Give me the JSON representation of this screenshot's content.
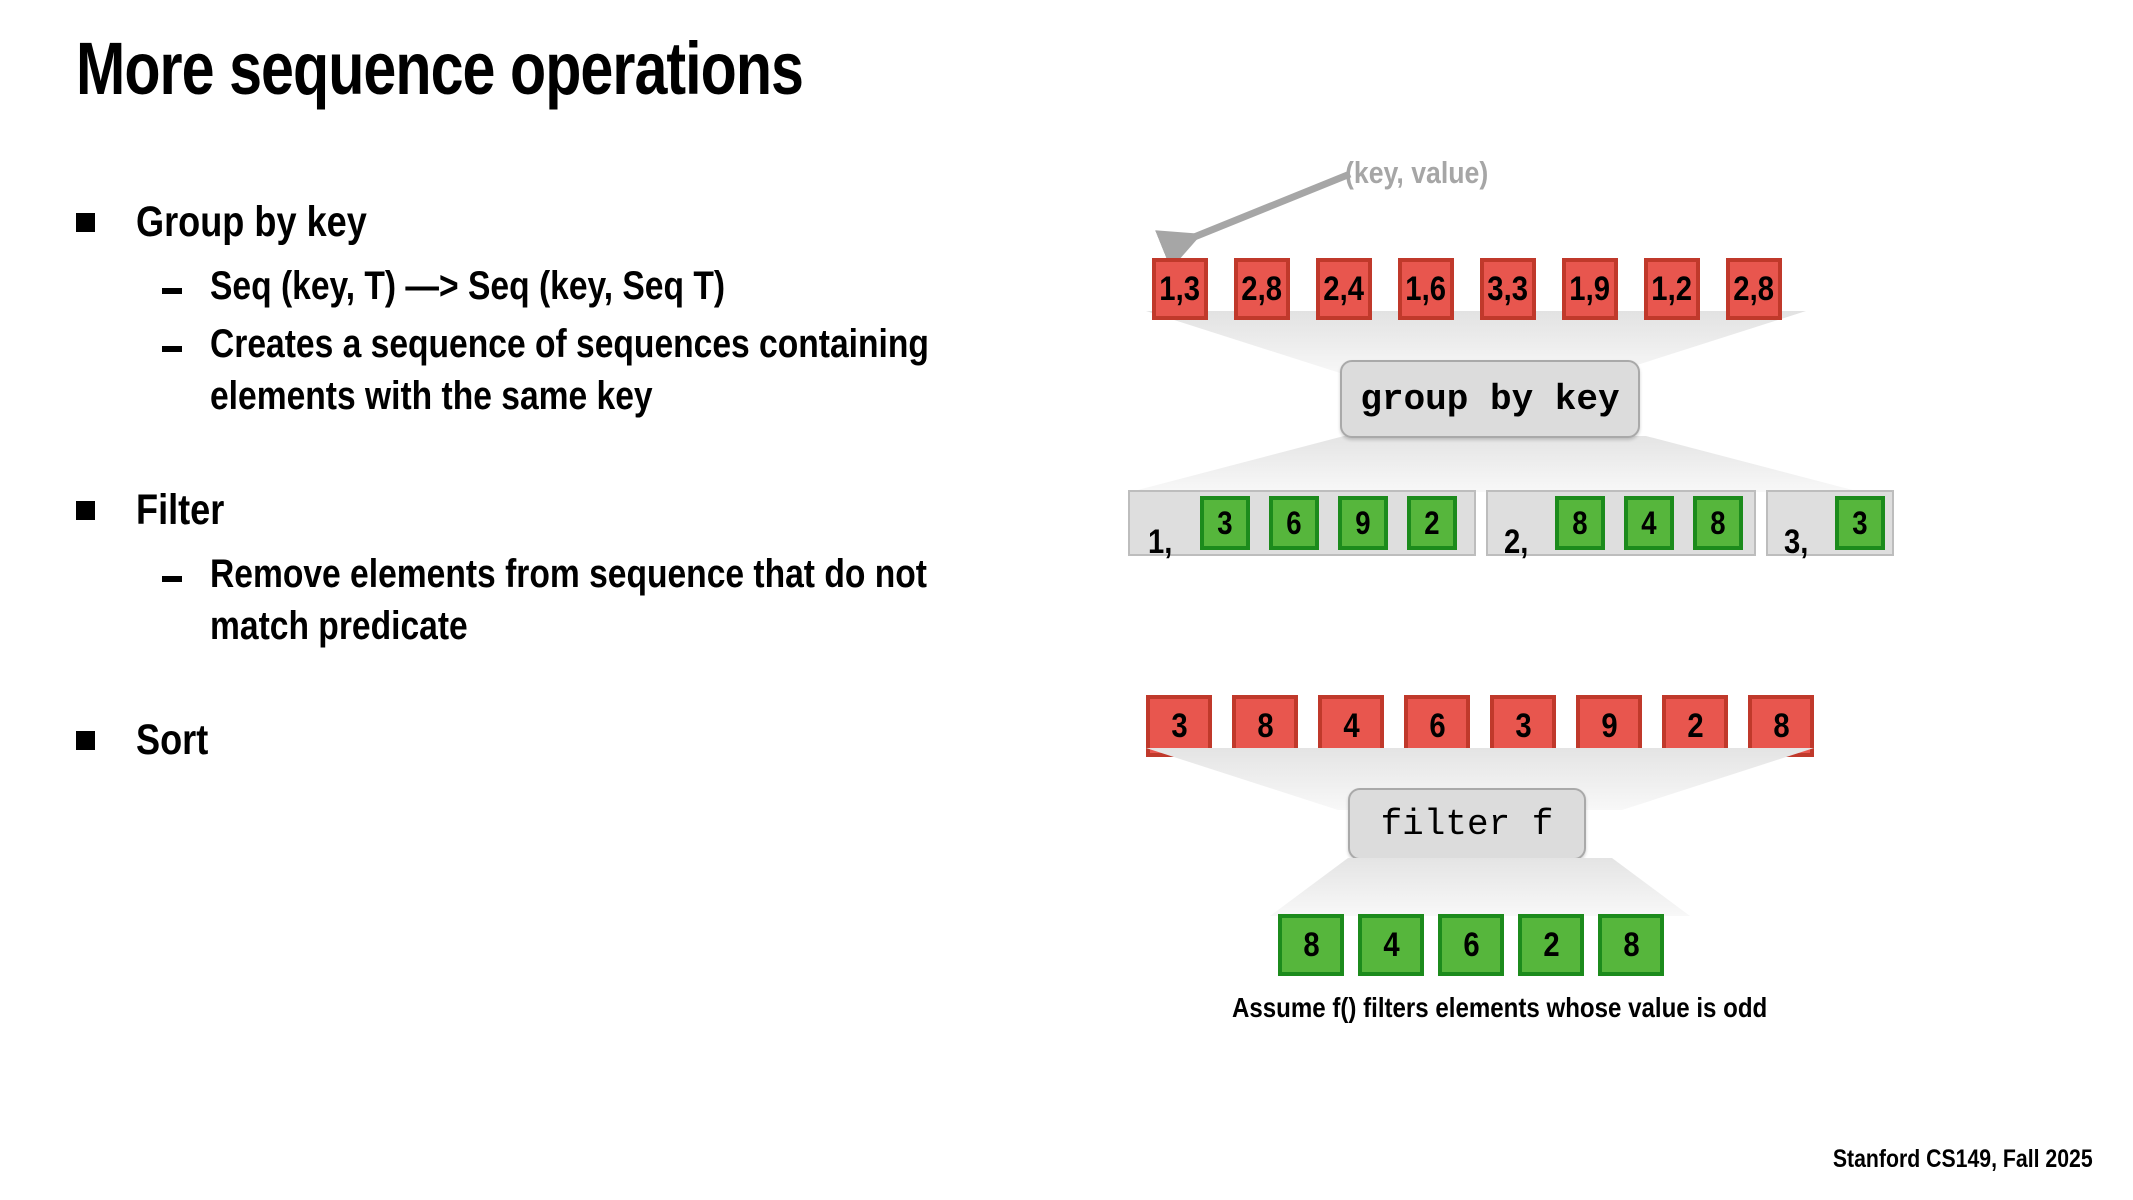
{
  "slide": {
    "title": "More sequence operations",
    "footer": "Stanford CS149, Fall 2025"
  },
  "bullets": [
    {
      "label": "Group by key",
      "sub": [
        "Seq (key, T) —> Seq (key, Seq T)",
        "Creates a sequence of sequences containing elements with the same key"
      ]
    },
    {
      "label": "Filter",
      "sub": [
        "Remove elements from sequence that do not match predicate"
      ]
    },
    {
      "label": "Sort",
      "sub": []
    }
  ],
  "diagram": {
    "annotation": {
      "kv_label": "(key, value)",
      "arrow_color": "#A6A6A6"
    },
    "groupby": {
      "op_label": "group by key",
      "input": [
        {
          "text": "1,3"
        },
        {
          "text": "2,8"
        },
        {
          "text": "2,4"
        },
        {
          "text": "1,6"
        },
        {
          "text": "3,3"
        },
        {
          "text": "1,9"
        },
        {
          "text": "1,2"
        },
        {
          "text": "2,8"
        }
      ],
      "output_groups": [
        {
          "key": "1,",
          "values": [
            "3",
            "6",
            "9",
            "2"
          ]
        },
        {
          "key": "2,",
          "values": [
            "8",
            "4",
            "8"
          ]
        },
        {
          "key": "3,",
          "values": [
            "3"
          ]
        }
      ]
    },
    "filter": {
      "op_label": "filter f",
      "input": [
        "3",
        "8",
        "4",
        "6",
        "3",
        "9",
        "2",
        "8"
      ],
      "output": [
        "8",
        "4",
        "6",
        "2",
        "8"
      ],
      "caption": "Assume f() filters elements whose value is odd"
    },
    "colors": {
      "red_fill": "#E8564E",
      "red_border": "#C0392B",
      "green_fill": "#56B63C",
      "green_border": "#1C8B1C",
      "box_fill": "#DCDCDC",
      "box_border": "#A9A9A9",
      "group_fill": "#DEDEDE",
      "funnel": "#EFEFEF"
    }
  }
}
